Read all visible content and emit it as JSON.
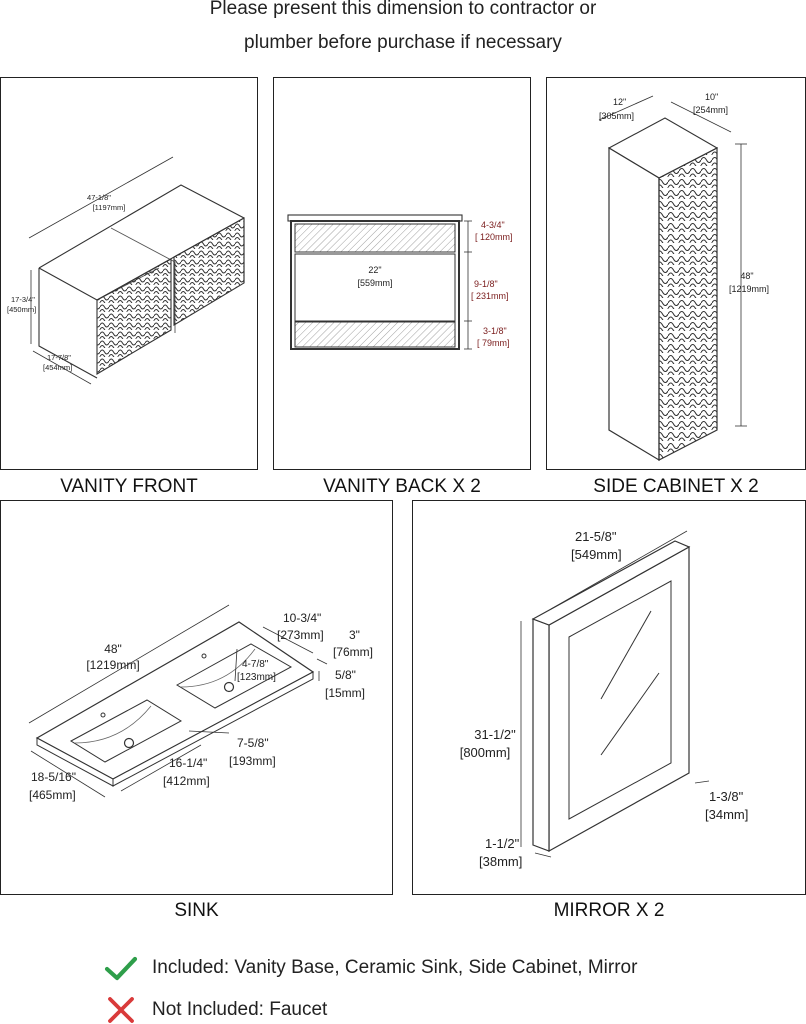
{
  "header": {
    "line1": "Please present this dimension to contractor or",
    "line2": "plumber before purchase if necessary"
  },
  "panels": {
    "vanity_front": {
      "caption": "VANITY FRONT",
      "width": "47-1/8\"",
      "width_mm": "[1197mm]",
      "height": "17-3/4\"",
      "height_mm": "[450mm]",
      "depth": "17-7/8\"",
      "depth_mm": "[454mm]"
    },
    "vanity_back": {
      "caption": "VANITY BACK X 2",
      "width": "22\"",
      "width_mm": "[559mm]",
      "top": "4-3/4\"",
      "top_mm": "[ 120mm]",
      "middle": "9-1/8\"",
      "middle_mm": "[ 231mm]",
      "bottom": "3-1/8\"",
      "bottom_mm": "[ 79mm]"
    },
    "side_cabinet": {
      "caption": "SIDE CABINET X 2",
      "depth": "12\"",
      "depth_mm": "[305mm]",
      "width": "10\"",
      "width_mm": "[254mm]",
      "height": "48\"",
      "height_mm": "[1219mm]"
    },
    "sink": {
      "caption": "SINK",
      "length": "48\"",
      "length_mm": "[1219mm]",
      "bowl_width": "10-3/4\"",
      "bowl_width_mm": "[273mm]",
      "edge": "3\"",
      "edge_mm": "[76mm]",
      "thickness": "5/8\"",
      "thickness_mm": "[15mm]",
      "bowl_depth": "4-7/8\"",
      "bowl_depth_mm": "[123mm]",
      "bowl_front": "7-5/8\"",
      "bowl_front_mm": "[193mm]",
      "bowl_length": "16-1/4\"",
      "bowl_length_mm": "[412mm]",
      "depth": "18-5/16\"",
      "depth_mm": "[465mm]"
    },
    "mirror": {
      "caption": "MIRROR X 2",
      "width": "21-5/8\"",
      "width_mm": "[549mm]",
      "height": "31-1/2\"",
      "height_mm": "[800mm]",
      "frame": "1-3/8\"",
      "frame_mm": "[34mm]",
      "thickness": "1-1/2\"",
      "thickness_mm": "[38mm]"
    }
  },
  "legend": {
    "included": "Included: Vanity Base, Ceramic Sink, Side Cabinet, Mirror",
    "not_included": "Not Included: Faucet",
    "included_color": "#2e9e4a",
    "not_included_color": "#d93a3a",
    "included_icon": "check-icon",
    "not_included_icon": "cross-icon"
  }
}
